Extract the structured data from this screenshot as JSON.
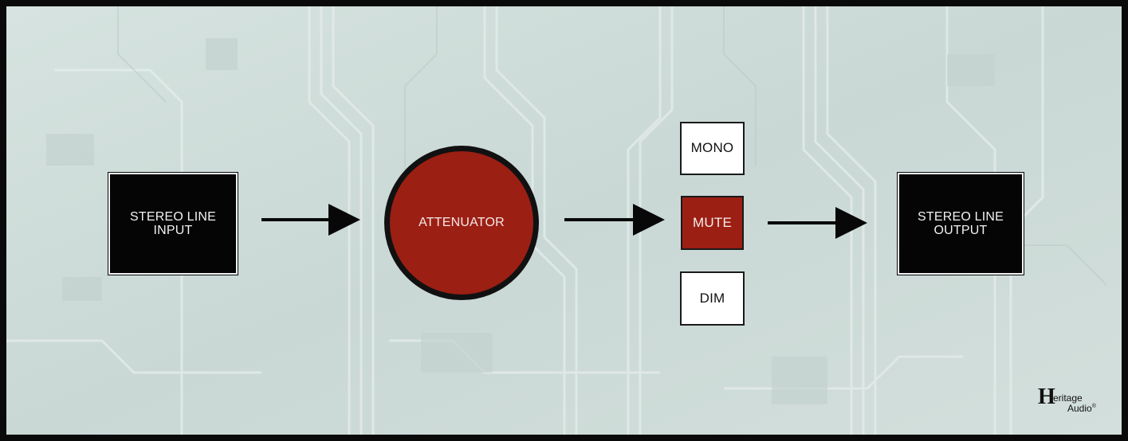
{
  "diagram": {
    "input_label": "STEREO LINE\nINPUT",
    "attenuator_label": "ATTENUATOR",
    "mono_label": "MONO",
    "mute_label": "MUTE",
    "dim_label": "DIM",
    "output_label": "STEREO LINE\nOUTPUT"
  },
  "logo": {
    "letter": "H",
    "word1": "eritage",
    "word2": "Audio",
    "registered": "®",
    "brand": "Heritage Audio"
  },
  "colors": {
    "background": "#cfdcd9",
    "accent_red": "#9c1f14",
    "block_black": "#050505",
    "frame": "#0a0a0a"
  }
}
